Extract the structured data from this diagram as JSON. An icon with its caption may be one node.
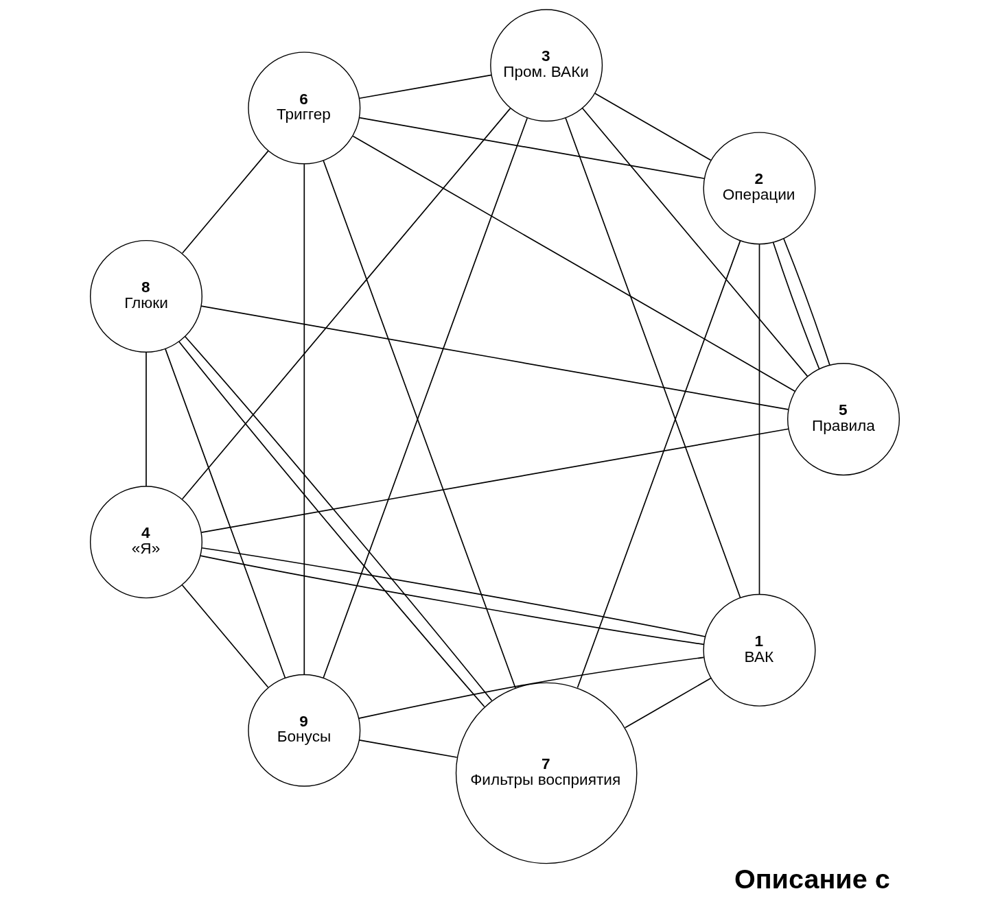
{
  "diagram": {
    "title": "Описание с",
    "nodes": [
      {
        "text": [
          "1",
          "ВАК"
        ]
      },
      {
        "text": [
          "2",
          "Операции"
        ]
      },
      {
        "text": [
          "3",
          "Пром. ВАКи"
        ]
      },
      {
        "text": [
          "4",
          "«Я»"
        ]
      },
      {
        "text": [
          "5",
          "Правила"
        ]
      },
      {
        "text": [
          "6",
          "Триггер"
        ]
      },
      {
        "text": [
          "7",
          "Фильтры восприятия"
        ]
      },
      {
        "text": [
          "8",
          "Глюки"
        ]
      },
      {
        "text": [
          "9",
          "Бонусы"
        ]
      }
    ],
    "edges": [
      {
        "from": 7,
        "to": 4,
        "arrow": "none"
      },
      {
        "from": 7,
        "to": 5,
        "arrow": "none"
      },
      {
        "from": 5,
        "to": 4,
        "arrow": "none"
      },
      {
        "from": 5,
        "to": 8,
        "arrow": "none"
      },
      {
        "from": 5,
        "to": 6,
        "arrow": "none"
      },
      {
        "from": 5,
        "to": 1,
        "arrow": "none"
      },
      {
        "from": 5,
        "to": 2,
        "arrow": "none"
      },
      {
        "from": 7,
        "to": 6,
        "arrow": "none"
      },
      {
        "from": 7,
        "to": 6,
        "arrow": "none"
      },
      {
        "from": 6,
        "to": 1,
        "arrow": "none"
      },
      {
        "from": 1,
        "to": 4,
        "arrow": "none"
      },
      {
        "from": 1,
        "to": 4,
        "arrow": "none"
      },
      {
        "from": 4,
        "to": 2,
        "arrow": "none"
      },
      {
        "from": 4,
        "to": 3,
        "arrow": "none"
      },
      {
        "from": 1,
        "to": 2,
        "arrow": "none"
      },
      {
        "from": 1,
        "to": 0,
        "arrow": "none"
      },
      {
        "from": 6,
        "to": 0,
        "arrow": "none"
      },
      {
        "from": 6,
        "to": 8,
        "arrow": "none"
      },
      {
        "from": 7,
        "to": 3,
        "arrow": "none"
      },
      {
        "from": 7,
        "to": 8,
        "arrow": "none"
      },
      {
        "from": 8,
        "to": 0,
        "arrow": "none"
      },
      {
        "from": 8,
        "to": 2,
        "arrow": "none"
      },
      {
        "from": 8,
        "to": 3,
        "arrow": "none"
      },
      {
        "from": 0,
        "to": 2,
        "arrow": "none"
      },
      {
        "from": 0,
        "to": 3,
        "arrow": "none"
      },
      {
        "from": 0,
        "to": 3,
        "arrow": "none"
      },
      {
        "from": 2,
        "to": 3,
        "arrow": "none"
      }
    ]
  }
}
